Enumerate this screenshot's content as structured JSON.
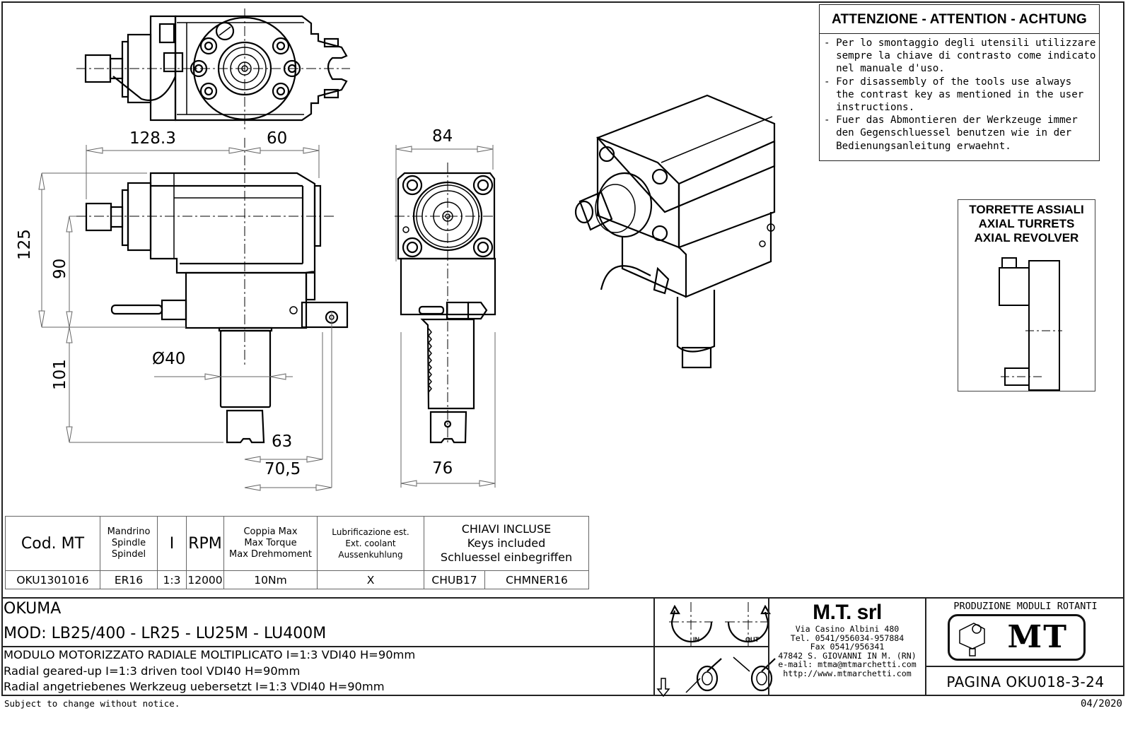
{
  "warning": {
    "title": "ATTENZIONE - ATTENTION - ACHTUNG",
    "lines": "- Per lo smontaggio degli utensili utilizzare\n  sempre la chiave di contrasto come indicato\n  nel manuale d'uso.\n- For disassembly of the tools use always\n  the contrast key as mentioned in the user\n  instructions.\n- Fuer das Abmontieren der Werkzeuge immer\n  den Gegenschluessel benutzen wie in der\n  Bedienungsanleitung erwaehnt."
  },
  "turret_box": {
    "line1": "TORRETTE ASSIALI",
    "line2": "AXIAL TURRETS",
    "line3": "AXIAL REVOLVER"
  },
  "dimensions": {
    "top_left_width": "128.3",
    "top_right_width": "60",
    "side_height_total": "125",
    "side_height_axis": "90",
    "shank_length": "101",
    "shank_diameter": "Ø40",
    "offset_63": "63",
    "offset_70_5": "70,5",
    "front_width_top": "84",
    "front_width_bottom": "76"
  },
  "spec_table": {
    "headers": {
      "code": "Cod. MT",
      "spindle": [
        "Mandrino",
        "Spindle",
        "Spindel"
      ],
      "ratio": "I",
      "rpm": "RPM",
      "torque": [
        "Coppia Max",
        "Max Torque",
        "Max Drehmoment"
      ],
      "coolant": [
        "Lubrificazione est.",
        "Ext. coolant",
        "Aussenkuhlung"
      ],
      "keys": [
        "CHIAVI INCLUSE",
        "Keys included",
        "Schluessel einbegriffen"
      ]
    },
    "row": {
      "code": "OKU1301016",
      "spindle": "ER16",
      "ratio": "1:3",
      "rpm": "12000",
      "torque": "10Nm",
      "coolant": "X",
      "key1": "CHUB17",
      "key2": "CHMNER16"
    }
  },
  "title_block": {
    "brand": "OKUMA",
    "models": "MOD: LB25/400 - LR25 - LU25M - LU400M",
    "desc_it": "MODULO MOTORIZZATO RADIALE MOLTIPLICATO I=1:3 VDI40 H=90mm",
    "desc_en": "Radial geared-up I=1:3 driven tool VDI40 H=90mm",
    "desc_de": "Radial angetriebenes Werkzeug uebersetzt I=1:3 VDI40 H=90mm",
    "rotation_in": "IN",
    "rotation_out": "OUT",
    "company_name": "M.T. srl",
    "company_address": "Via Casino Albini 480\nTel. 0541/956034-957884\nFax 0541/956341\n47842 S. GIOVANNI IN M. (RN)\ne-mail: mtma@mtmarchetti.com\nhttp://www.mtmarchetti.com",
    "production": "PRODUZIONE MODULI ROTANTI",
    "logo_text": "MT",
    "page": "PAGINA OKU018-3-24"
  },
  "footer": {
    "notice": "Subject to change without notice.",
    "date": "04/2020"
  }
}
